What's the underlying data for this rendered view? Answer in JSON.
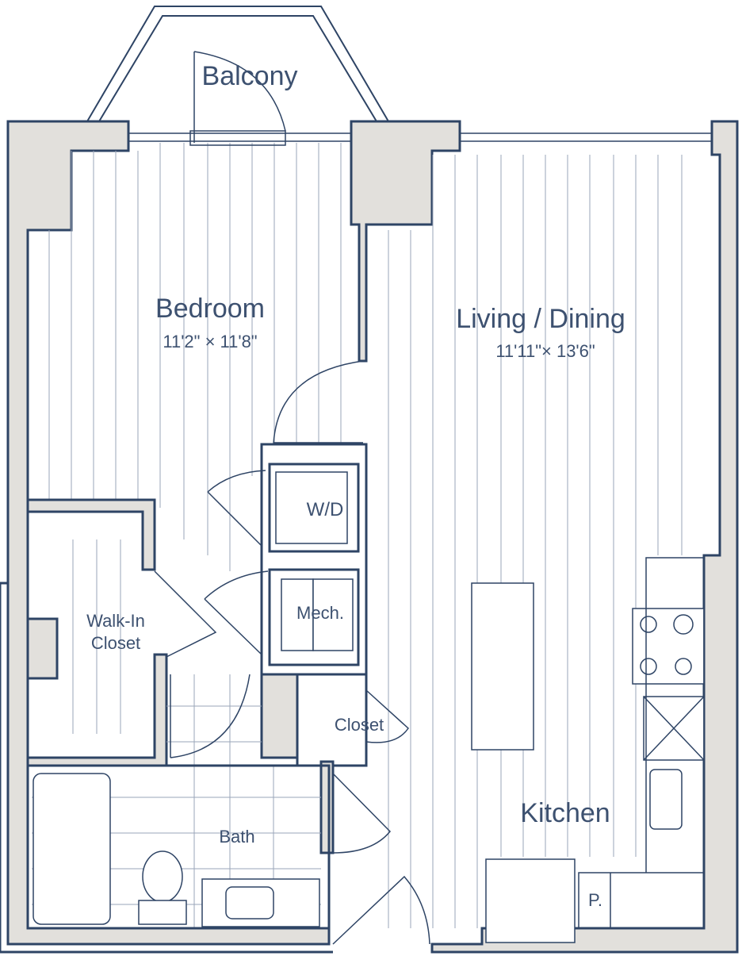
{
  "rooms": {
    "balcony": "Balcony",
    "bedroom": "Bedroom",
    "bedroom_dims": "11'2\" × 11'8\"",
    "living": "Living / Dining",
    "living_dims": "11'11\"× 13'6\"",
    "wd": "W/D",
    "mech": "Mech.",
    "walkin_line1": "Walk-In",
    "walkin_line2": "Closet",
    "closet": "Closet",
    "bath": "Bath",
    "kitchen": "Kitchen",
    "pantry": "P."
  },
  "colors": {
    "wall": "#2e4465",
    "wall_fill": "#e2e0dc",
    "label": "#3d5170",
    "floor_line": "#9aa5b8"
  }
}
